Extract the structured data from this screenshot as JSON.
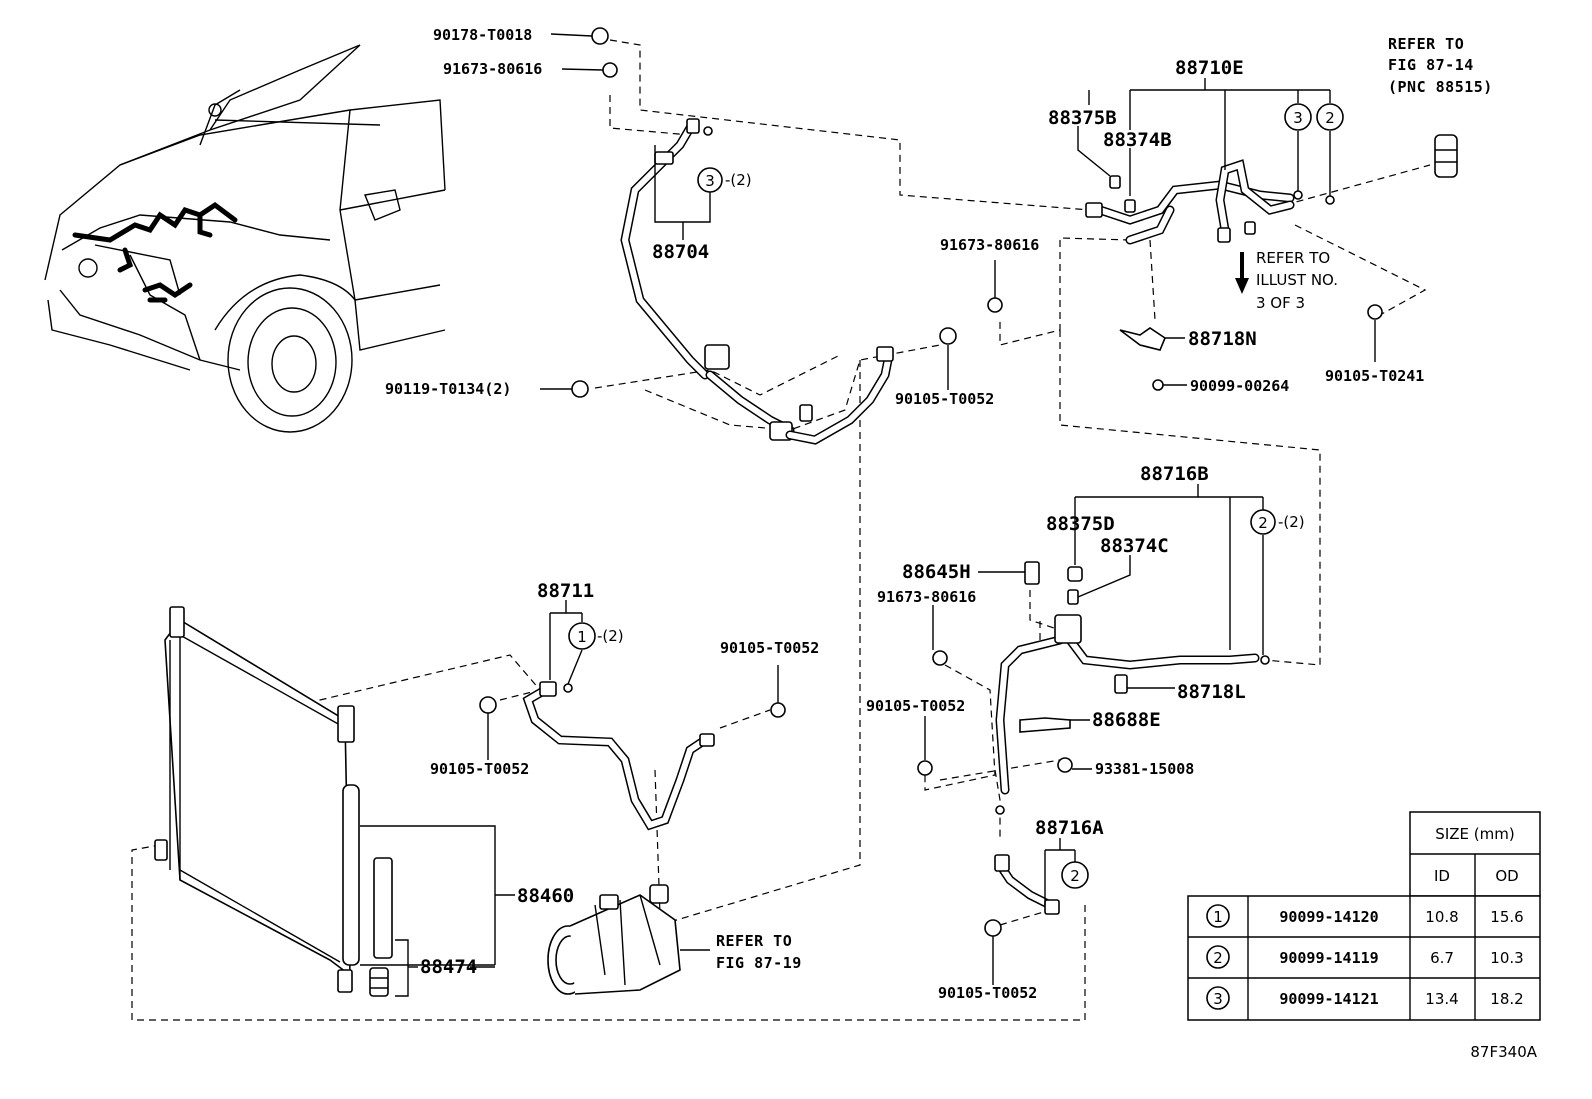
{
  "figure_code": "87F340A",
  "callouts": {
    "p1": "90178-T0018",
    "p2": "91673-80616",
    "p3": "88704",
    "p4": "90119-T0134(2)",
    "p5": "90105-T0052",
    "p6": "88710E",
    "p7": "88375B",
    "p8": "88374B",
    "p9": "91673-80616",
    "p10": "88718N",
    "p11": "90099-00264",
    "p12": "90105-T0241",
    "p13": "88716B",
    "p14": "88375D",
    "p15": "88374C",
    "p16": "88645H",
    "p17": "91673-80616",
    "p18": "88718L",
    "p19": "90105-T0052",
    "p20": "88688E",
    "p21": "93381-15008",
    "p22": "88716A",
    "p23": "90105-T0052",
    "p24": "88711",
    "p25": "90105-T0052",
    "p26": "90105-T0052",
    "p27": "88460",
    "p28": "88474"
  },
  "oring_refs": {
    "r1": "3",
    "r1q": "-(2)",
    "r2": "3",
    "r3": "2",
    "r4": "2",
    "r4q": "-(2)",
    "r5": "1",
    "r5q": "-(2)",
    "r6": "2"
  },
  "refer_notes": {
    "fig8714_line1": "REFER TO",
    "fig8714_line2": "FIG 87-14",
    "fig8714_line3": "(PNC 88515)",
    "illust_line1": "REFER TO",
    "illust_line2": "ILLUST NO.",
    "illust_line3": "3 OF 3",
    "fig8719_line1": "REFER TO",
    "fig8719_line2": "FIG 87-19"
  },
  "size_table": {
    "header": "SIZE (mm)",
    "col_id": "ID",
    "col_od": "OD",
    "rows": [
      {
        "ref": "1",
        "part": "90099-14120",
        "id": "10.8",
        "od": "15.6"
      },
      {
        "ref": "2",
        "part": "90099-14119",
        "id": "6.7",
        "od": "10.3"
      },
      {
        "ref": "3",
        "part": "90099-14121",
        "id": "13.4",
        "od": "18.2"
      }
    ]
  }
}
